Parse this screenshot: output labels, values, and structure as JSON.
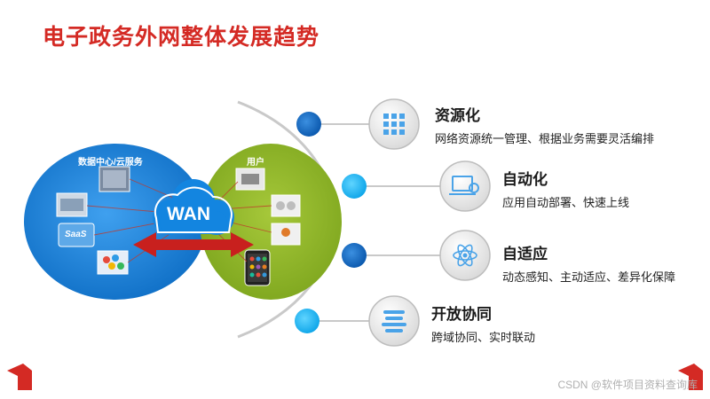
{
  "title": "电子政务外网整体发展趋势",
  "left_circle_label": "数据中心/云服务",
  "right_circle_label": "用户",
  "wan_label": "WAN",
  "saas_label": "SaaS",
  "features": [
    {
      "title": "资源化",
      "desc": "网络资源统一管理、根据业务需要灵活编排",
      "icon": "grid-icon"
    },
    {
      "title": "自动化",
      "desc": "应用自动部署、快速上线",
      "icon": "laptop-settings-icon"
    },
    {
      "title": "自适应",
      "desc": "动态感知、主动适应、差异化保障",
      "icon": "atom-icon"
    },
    {
      "title": "开放协同",
      "desc": "跨域协同、实时联动",
      "icon": "stack-icon"
    }
  ],
  "footer": "CSDN @软件项目资料查询库",
  "colors": {
    "title": "#d42a24",
    "blue": "#1a7fd4",
    "green": "#8db22a",
    "arrow": "#c8201e"
  }
}
